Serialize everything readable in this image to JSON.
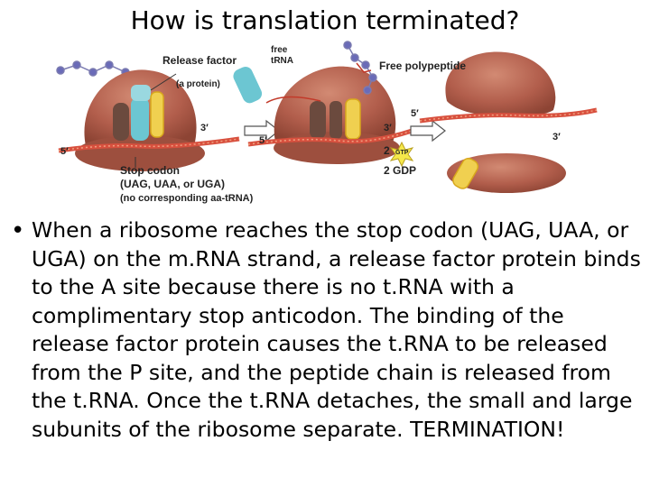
{
  "title": "How is translation terminated?",
  "figure": {
    "labels": {
      "release_factor": "Release factor",
      "a_protein": "(a protein)",
      "free_trna": "free tRNA",
      "free_polypeptide": "Free polypeptide",
      "stop_codon": "Stop codon",
      "stop_codon_examples": "(UAG, UAA, or UGA)",
      "no_corresponding": "(no corresponding aa-tRNA)",
      "three_prime": "3′",
      "five_prime": "5′",
      "gtp": "GTP",
      "two": "2",
      "two_gdp": "2 GDP"
    },
    "colors": {
      "ribosome": "#b25e4c",
      "mrna": "#d8503e",
      "trna_yellow": "#f0d050",
      "release_factor_cyan": "#6cc6d2",
      "chain_purple": "#6a6bb8",
      "gtp_star": "#f5e84a"
    }
  },
  "bullet": {
    "marker": "•",
    "text": "When a ribosome reaches the stop codon (UAG, UAA, or UGA) on the m.RNA strand, a release factor protein binds to the A site because there is no t.RNA with a complimentary stop anticodon. The binding of the release factor protein causes the t.RNA to be released from the P site, and the peptide chain is released from the t.RNA. Once the t.RNA detaches, the small and large subunits of the ribosome separate. TERMINATION!"
  }
}
